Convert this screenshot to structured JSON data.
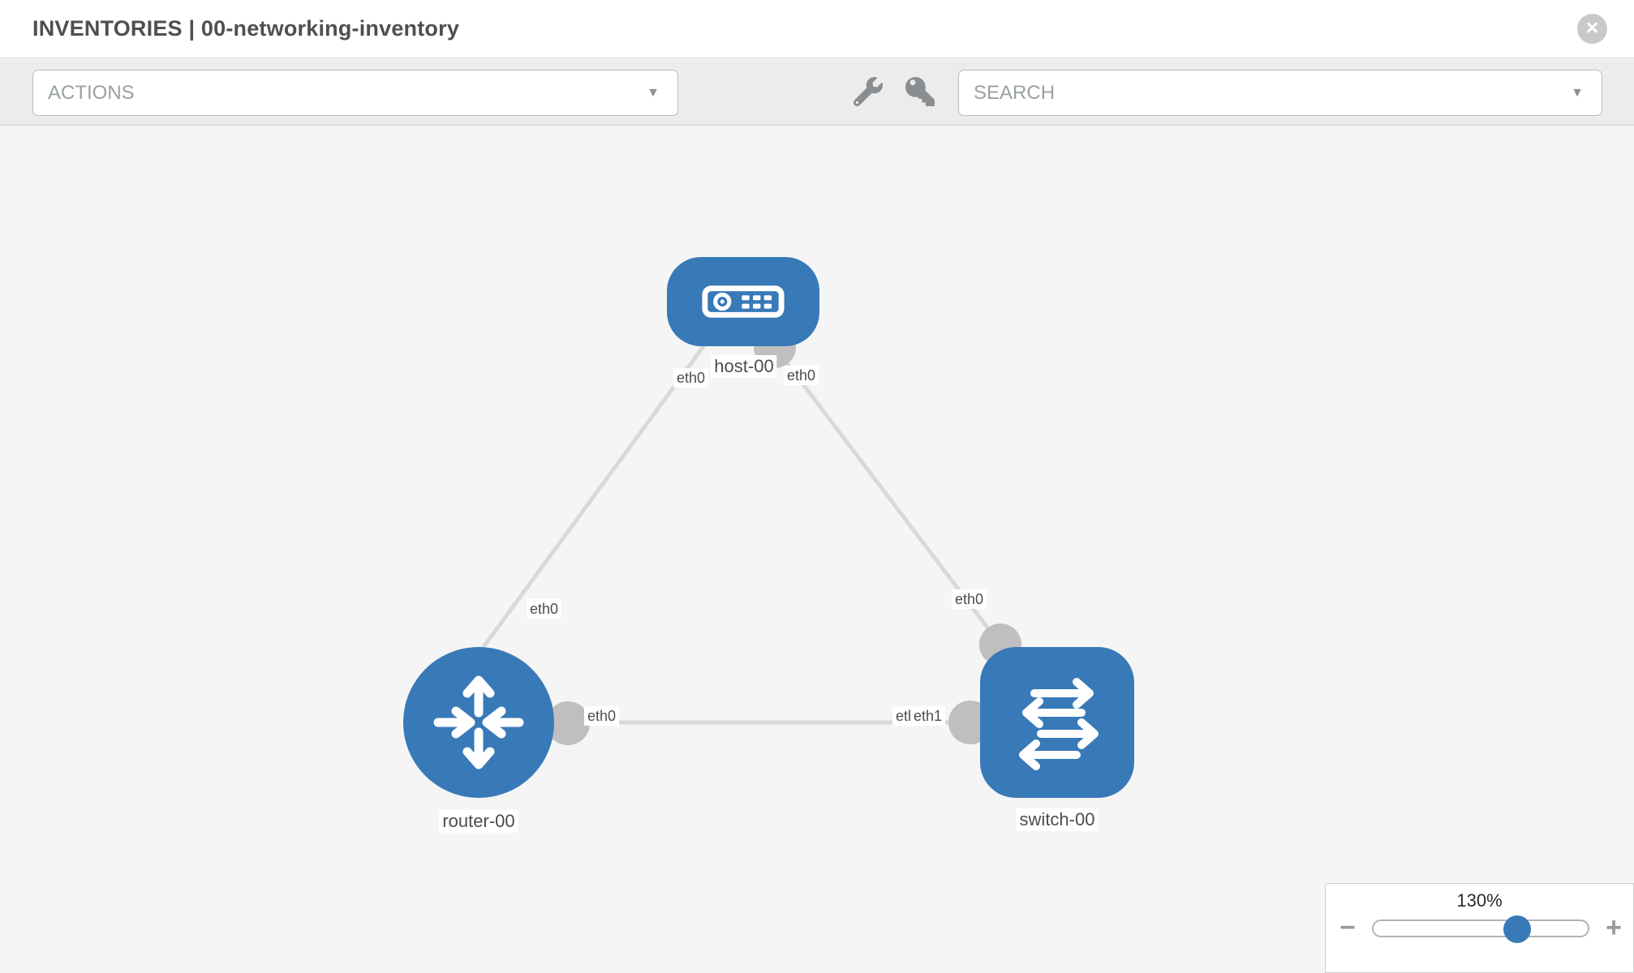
{
  "header": {
    "title": "INVENTORIES | 00-networking-inventory"
  },
  "toolbar": {
    "actions_label": "ACTIONS",
    "search_label": "SEARCH"
  },
  "icons": {
    "close": "×",
    "caret": "▼",
    "minus": "−",
    "plus": "+",
    "wrench": "wrench-icon",
    "key": "key-icon"
  },
  "topology": {
    "nodes": [
      {
        "id": "host-00",
        "type": "host",
        "label": "host-00"
      },
      {
        "id": "router-00",
        "type": "router",
        "label": "router-00"
      },
      {
        "id": "switch-00",
        "type": "switch",
        "label": "switch-00"
      }
    ],
    "links": [
      {
        "from": "host-00",
        "to": "router-00",
        "from_interface": "eth0",
        "to_interface": "eth0"
      },
      {
        "from": "host-00",
        "to": "switch-00",
        "from_interface": "eth0",
        "to_interface": "eth0"
      },
      {
        "from": "router-00",
        "to": "switch-00",
        "from_interface": "eth0",
        "to_interface": "eth1"
      }
    ],
    "interface_labels": {
      "host_router_host_end": "eth0",
      "host_switch_host_end": "eth0",
      "host_router_router_end": "eth0",
      "host_switch_switch_end": "eth0",
      "router_switch_router_end": "eth0",
      "router_switch_switch_end_back": "eth0",
      "router_switch_switch_end": "eth1"
    }
  },
  "zoom_panel": {
    "level": "130%"
  },
  "colors": {
    "node_blue": "#3879b8",
    "link_gray": "#d9d9d9",
    "interface_gray": "#bfbfbf",
    "canvas_bg": "#f5f5f5",
    "toolbar_bg": "#ececec"
  }
}
